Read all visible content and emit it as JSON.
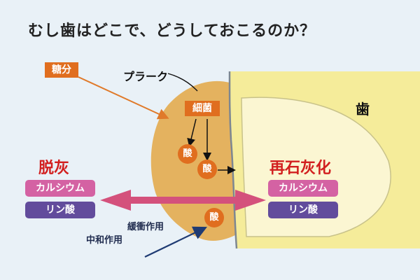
{
  "title": "むし歯はどこで、どうしておこるのか？",
  "labels": {
    "tooth": "歯",
    "plaque": "プラーク",
    "sugar": "糖分",
    "bacteria": "細菌",
    "acid": "酸",
    "demineralization": "脱灰",
    "remineralization": "再石灰化",
    "calcium": "カルシウム",
    "phosphate": "リン酸",
    "buffering": "緩衝作用",
    "neutralization": "中和作用"
  },
  "colors": {
    "background": "#e9f1f7",
    "tooth_outer": "#f5ec9a",
    "tooth_inner": "#fbf6d2",
    "plaque": "#e4b25f",
    "orange_box": "#e06e1f",
    "pink_pill": "#d462a3",
    "purple_pill": "#624c9c",
    "exchange_arrow": "#d4517c",
    "red_text": "#d21f1f",
    "navy_arrow": "#1f3b73"
  }
}
